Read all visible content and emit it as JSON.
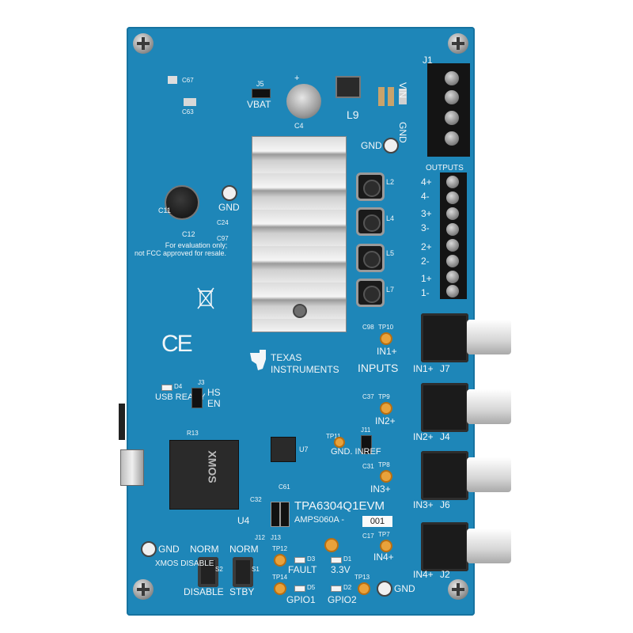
{
  "board": {
    "connectors": {
      "j1": "J1",
      "vin": "VIN",
      "gnd_top": "GND",
      "outputs": "OUTPUTS",
      "out_labels": [
        "4+",
        "4-",
        "3+",
        "3-",
        "2+",
        "2-",
        "1+",
        "1-"
      ],
      "j5": "J5",
      "vbat": "VBAT"
    },
    "power": {
      "l9": "L9",
      "c4": "C4",
      "gnd_mid": "GND",
      "c11": "C11",
      "c12": "C12",
      "c24": "C24",
      "c97": "C97"
    },
    "inductors": [
      "L2",
      "L4",
      "L5",
      "L7"
    ],
    "notes": {
      "eval_line1": "For evaluation only;",
      "eval_line2": "not FCC approved for resale."
    },
    "ce": "CE",
    "brand": {
      "line1": "TEXAS",
      "line2": "INSTRUMENTS"
    },
    "inputs": {
      "title": "INPUTS",
      "in1": "IN1+",
      "in2": "IN2+",
      "in3": "IN3+",
      "in4": "IN4+",
      "j7": "J7",
      "j4": "J4",
      "j6": "J6",
      "j2": "J2",
      "tp10": "TP10",
      "tp9": "TP9",
      "tp8": "TP8",
      "tp7": "TP7",
      "c98": "C98",
      "c37": "C37",
      "c31": "C31",
      "c17": "C17"
    },
    "misc": {
      "usb_ready": "USB READY",
      "d4": "D4",
      "hs": "HS",
      "en": "EN",
      "j3": "J3",
      "r13": "R13",
      "u4": "U4",
      "u7": "U7",
      "gnd_inref": "GND. INREF",
      "tp11": "TP11",
      "j11": "J11",
      "c61": "C61",
      "c32": "C32",
      "j12": "J12",
      "j13": "J13"
    },
    "model": {
      "name": "TPA6304Q1EVM",
      "part": "AMPS060A -",
      "rev": "001"
    },
    "controls": {
      "gnd_left": "GND",
      "norm1": "NORM",
      "norm2": "NORM",
      "xmos_disable": "XMOS DISABLE",
      "disable": "DISABLE",
      "stby": "STBY",
      "s2": "S2",
      "s1": "S1",
      "tp12": "TP12",
      "fault": "FAULT",
      "d3": "D3",
      "v33": "3.3V",
      "d1": "D1",
      "tp14": "TP14",
      "d5": "D5",
      "gpio1": "GPIO1",
      "d2": "D2",
      "gpio2": "GPIO2",
      "tp13": "TP13",
      "gnd_bottom": "GND"
    },
    "chip_marking": "XMOS"
  }
}
